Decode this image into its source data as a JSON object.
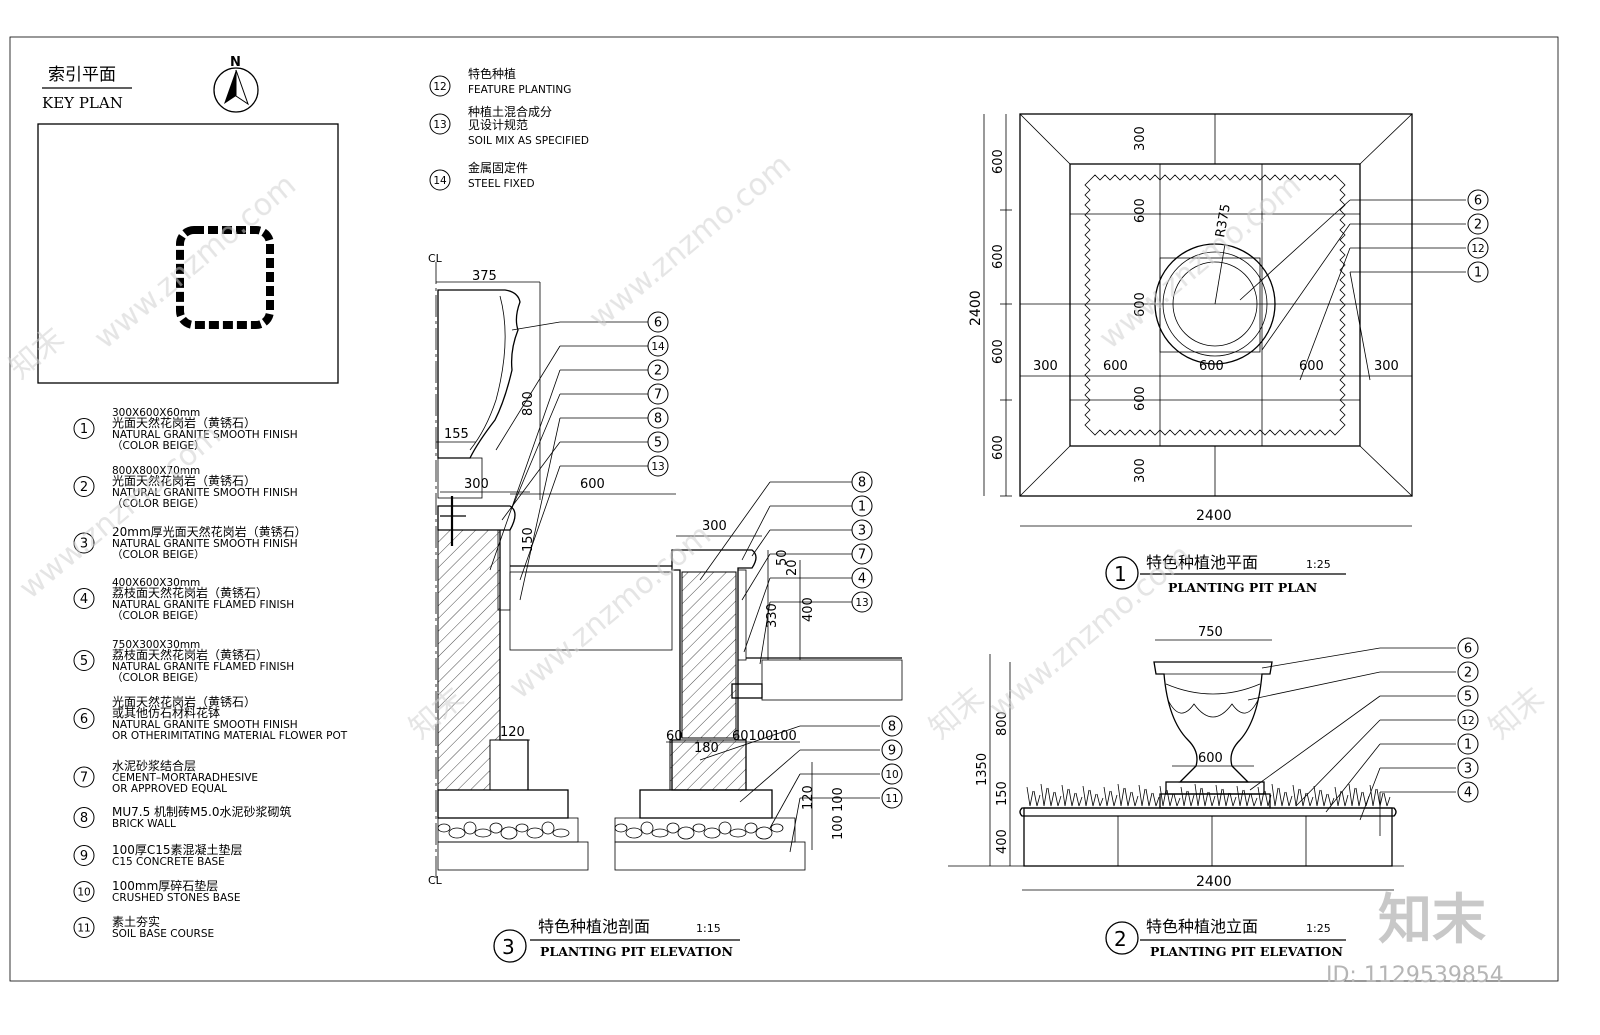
{
  "key_plan": {
    "title_cn": "索引平面",
    "title_en": "KEY PLAN",
    "north": "N"
  },
  "notes_top": [
    {
      "num": "12",
      "cn": "特色种植",
      "en": "FEATURE PLANTING"
    },
    {
      "num": "13",
      "cn": "种植土混合成分\n见设计规范",
      "en": "SOIL MIX AS SPECIFIED"
    },
    {
      "num": "14",
      "cn": "金属固定件",
      "en": "STEEL FIXED"
    }
  ],
  "legend": [
    {
      "num": "1",
      "lines": [
        "300X600X60mm",
        "光面天然花岗岩（黄锈石）",
        "NATURAL GRANITE SMOOTH FINISH",
        "（COLOR BEIGE）"
      ]
    },
    {
      "num": "2",
      "lines": [
        "800X800X70mm",
        "光面天然花岗岩（黄锈石）",
        "NATURAL GRANITE SMOOTH FINISH",
        "（COLOR BEIGE）"
      ]
    },
    {
      "num": "3",
      "lines": [
        "20mm厚光面天然花岗岩（黄锈石）",
        "NATURAL GRANITE SMOOTH FINISH",
        "（COLOR BEIGE）"
      ]
    },
    {
      "num": "4",
      "lines": [
        "400X600X30mm",
        "荔枝面天然花岗岩（黄锈石）",
        "NATURAL GRANITE FLAMED FINISH",
        "（COLOR BEIGE）"
      ]
    },
    {
      "num": "5",
      "lines": [
        "750X300X30mm",
        "荔枝面天然花岗岩（黄锈石）",
        "NATURAL GRANITE FLAMED FINISH",
        "（COLOR BEIGE）"
      ]
    },
    {
      "num": "6",
      "lines": [
        "光面天然花岗岩（黄锈石）",
        "或其他仿石材料花钵",
        "NATURAL GRANITE SMOOTH FINISH",
        "OR OTHERIMITATING MATERIAL FLOWER POT"
      ]
    },
    {
      "num": "7",
      "lines": [
        "水泥砂浆结合层",
        "CEMENT–MORTARADHESIVE",
        "OR APPROVED EQUAL"
      ]
    },
    {
      "num": "8",
      "lines": [
        "MU7.5 机制砖M5.0水泥砂浆砌筑",
        "BRICK WALL"
      ]
    },
    {
      "num": "9",
      "lines": [
        "100厚C15素混凝土垫层",
        "C15 CONCRETE BASE"
      ]
    },
    {
      "num": "10",
      "lines": [
        "100mm厚碎石垫层",
        "CRUSHED STONES BASE"
      ]
    },
    {
      "num": "11",
      "lines": [
        "素土夯实",
        "SOIL BASE COURSE"
      ]
    }
  ],
  "section": {
    "title_num": "3",
    "title_cn": "特色种植池剖面",
    "scale": "1:15",
    "title_en": "PLANTING PIT ELEVATION",
    "cl": "CL",
    "dims": [
      "375",
      "800",
      "155",
      "300",
      "600",
      "150",
      "300",
      "50",
      "20",
      "330",
      "400",
      "120",
      "60",
      "180",
      "60100",
      "100",
      "120",
      "100",
      "100"
    ],
    "callouts_upper": [
      "6",
      "14",
      "2",
      "7",
      "8",
      "5",
      "13"
    ],
    "callouts_right": [
      "8",
      "1",
      "3",
      "7",
      "4",
      "13"
    ],
    "callouts_lower": [
      "8",
      "9",
      "10",
      "11"
    ]
  },
  "plan": {
    "title_num": "1",
    "title_cn": "特色种植池平面",
    "scale": "1:25",
    "title_en": "PLANTING PIT PLAN",
    "dims_left": [
      "600",
      "600",
      "600",
      "600"
    ],
    "dim_total": "2400",
    "dims_inner_v": [
      "300",
      "600",
      "600",
      "600",
      "300"
    ],
    "dims_h": [
      "300",
      "600",
      "600",
      "600",
      "300"
    ],
    "dim_bottom": "2400",
    "radius": "R375",
    "callouts": [
      "6",
      "2",
      "12",
      "1"
    ]
  },
  "elevation": {
    "title_num": "2",
    "title_cn": "特色种植池立面",
    "scale": "1:25",
    "title_en": "PLANTING PIT ELEVATION",
    "dims": [
      "750",
      "600",
      "800",
      "1350",
      "150",
      "400",
      "2400"
    ],
    "callouts": [
      "6",
      "2",
      "5",
      "12",
      "1",
      "3",
      "4"
    ]
  },
  "watermark": {
    "site": "www.znzmo.com",
    "brand": "知末",
    "logo": "知末",
    "id": "ID: 1129539854"
  }
}
